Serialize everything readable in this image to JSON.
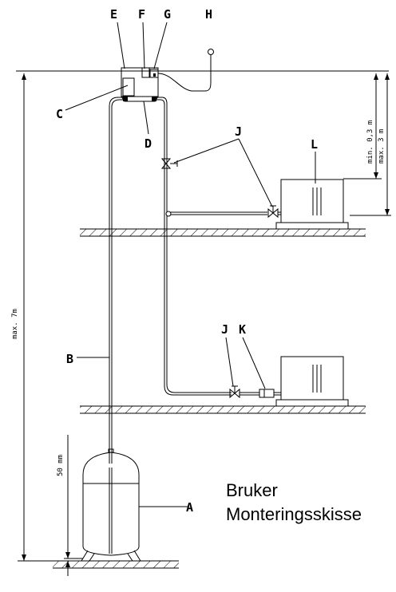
{
  "labels": {
    "A": "A",
    "B": "B",
    "C": "C",
    "D": "D",
    "E": "E",
    "F": "F",
    "G": "G",
    "H": "H",
    "J1": "J",
    "J2": "J",
    "K": "K",
    "L": "L"
  },
  "dimensions": {
    "max_height": "max. 7m",
    "min_height": "min. 0,3 m",
    "max_upper": "max. 3 m",
    "tank_gap": "50 mm"
  },
  "caption": {
    "line1": "Bruker",
    "line2": "Monteringsskisse"
  }
}
